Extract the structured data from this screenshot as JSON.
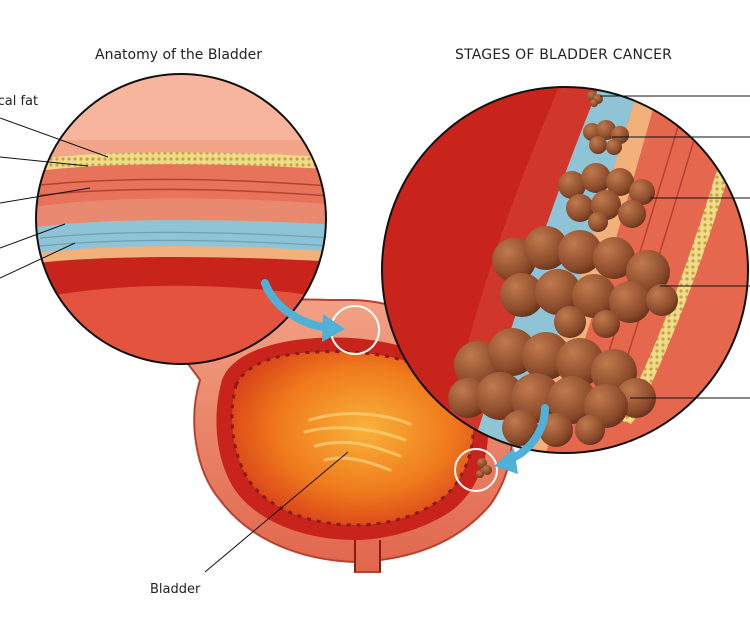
{
  "left_panel": {
    "title": "Anatomy of the Bladder",
    "visible_label": "ical fat"
  },
  "right_panel": {
    "title": "STAGES OF BLADDER CANCER"
  },
  "bladder": {
    "label": "Bladder"
  },
  "colors": {
    "outer_tissue": "#e8765a",
    "inner_red": "#c8241c",
    "lumen": "#f07a1c",
    "fat": "#e9d27a",
    "blue_layer": "#8fc3d6",
    "tumor": "#8a4a2a",
    "arrow": "#4fb0d8"
  },
  "icons": [
    "curved-arrow-icon",
    "magnifier-circle-icon"
  ]
}
